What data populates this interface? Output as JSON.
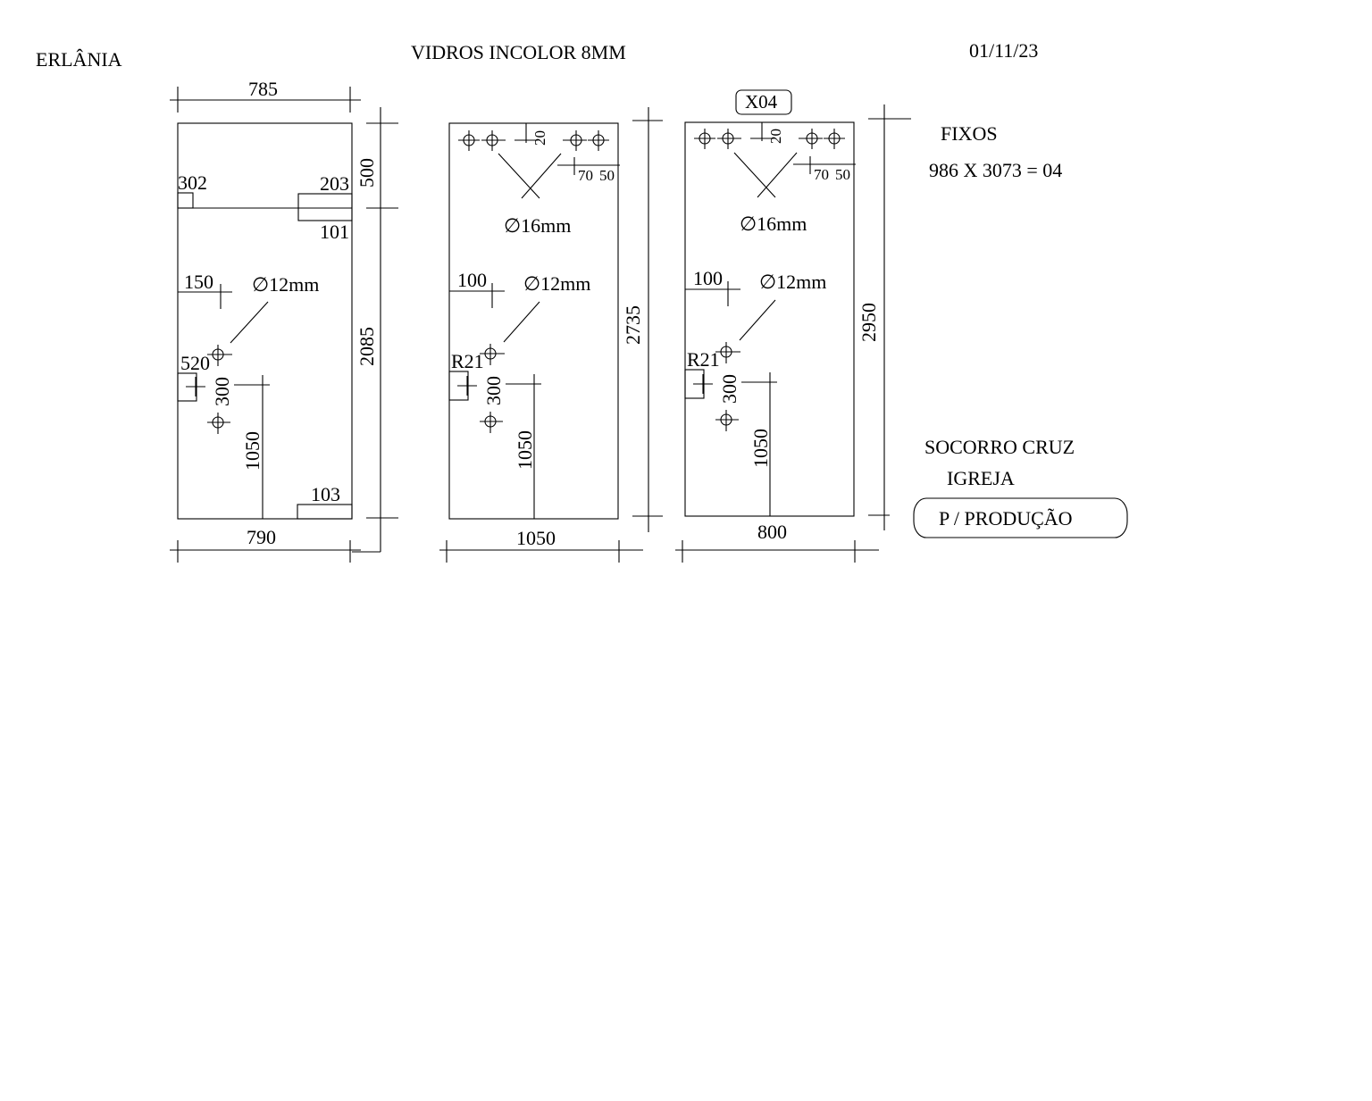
{
  "header": {
    "client": "ERLÂNIA",
    "title": "VIDROS INCOLOR 8MM",
    "date": "01/11/23"
  },
  "panel1": {
    "top_width": "785",
    "bottom_width": "790",
    "height_total": "2085",
    "height_upper": "500",
    "notch_top_left": "302",
    "notch_top_right": "203",
    "notch_right_below": "101",
    "dist_150": "150",
    "hole_dia": "∅12mm",
    "notch_left": "520",
    "dim_300": "300",
    "dim_1050": "1050",
    "notch_bottom_right": "103"
  },
  "panel2": {
    "dim_20": "20",
    "dim_70": "70",
    "dim_50": "50",
    "hole_top_dia": "∅16mm",
    "dist_100": "100",
    "hole_dia": "∅12mm",
    "radius": "R21",
    "dim_300": "300",
    "dim_1050": "1050",
    "height": "2735",
    "width": "1050"
  },
  "panel3": {
    "qty_badge": "X04",
    "dim_20": "20",
    "dim_70": "70",
    "dim_50": "50",
    "hole_top_dia": "∅16mm",
    "dist_100": "100",
    "hole_dia": "∅12mm",
    "radius": "R21",
    "dim_300": "300",
    "dim_1050": "1050",
    "height": "2950",
    "width": "800"
  },
  "notes": {
    "fixos_label": "FIXOS",
    "fixos_spec": "986 X 3073 = 04",
    "customer": "SOCORRO CRUZ",
    "location": "IGREJA",
    "stamp": "P / PRODUÇÃO"
  }
}
